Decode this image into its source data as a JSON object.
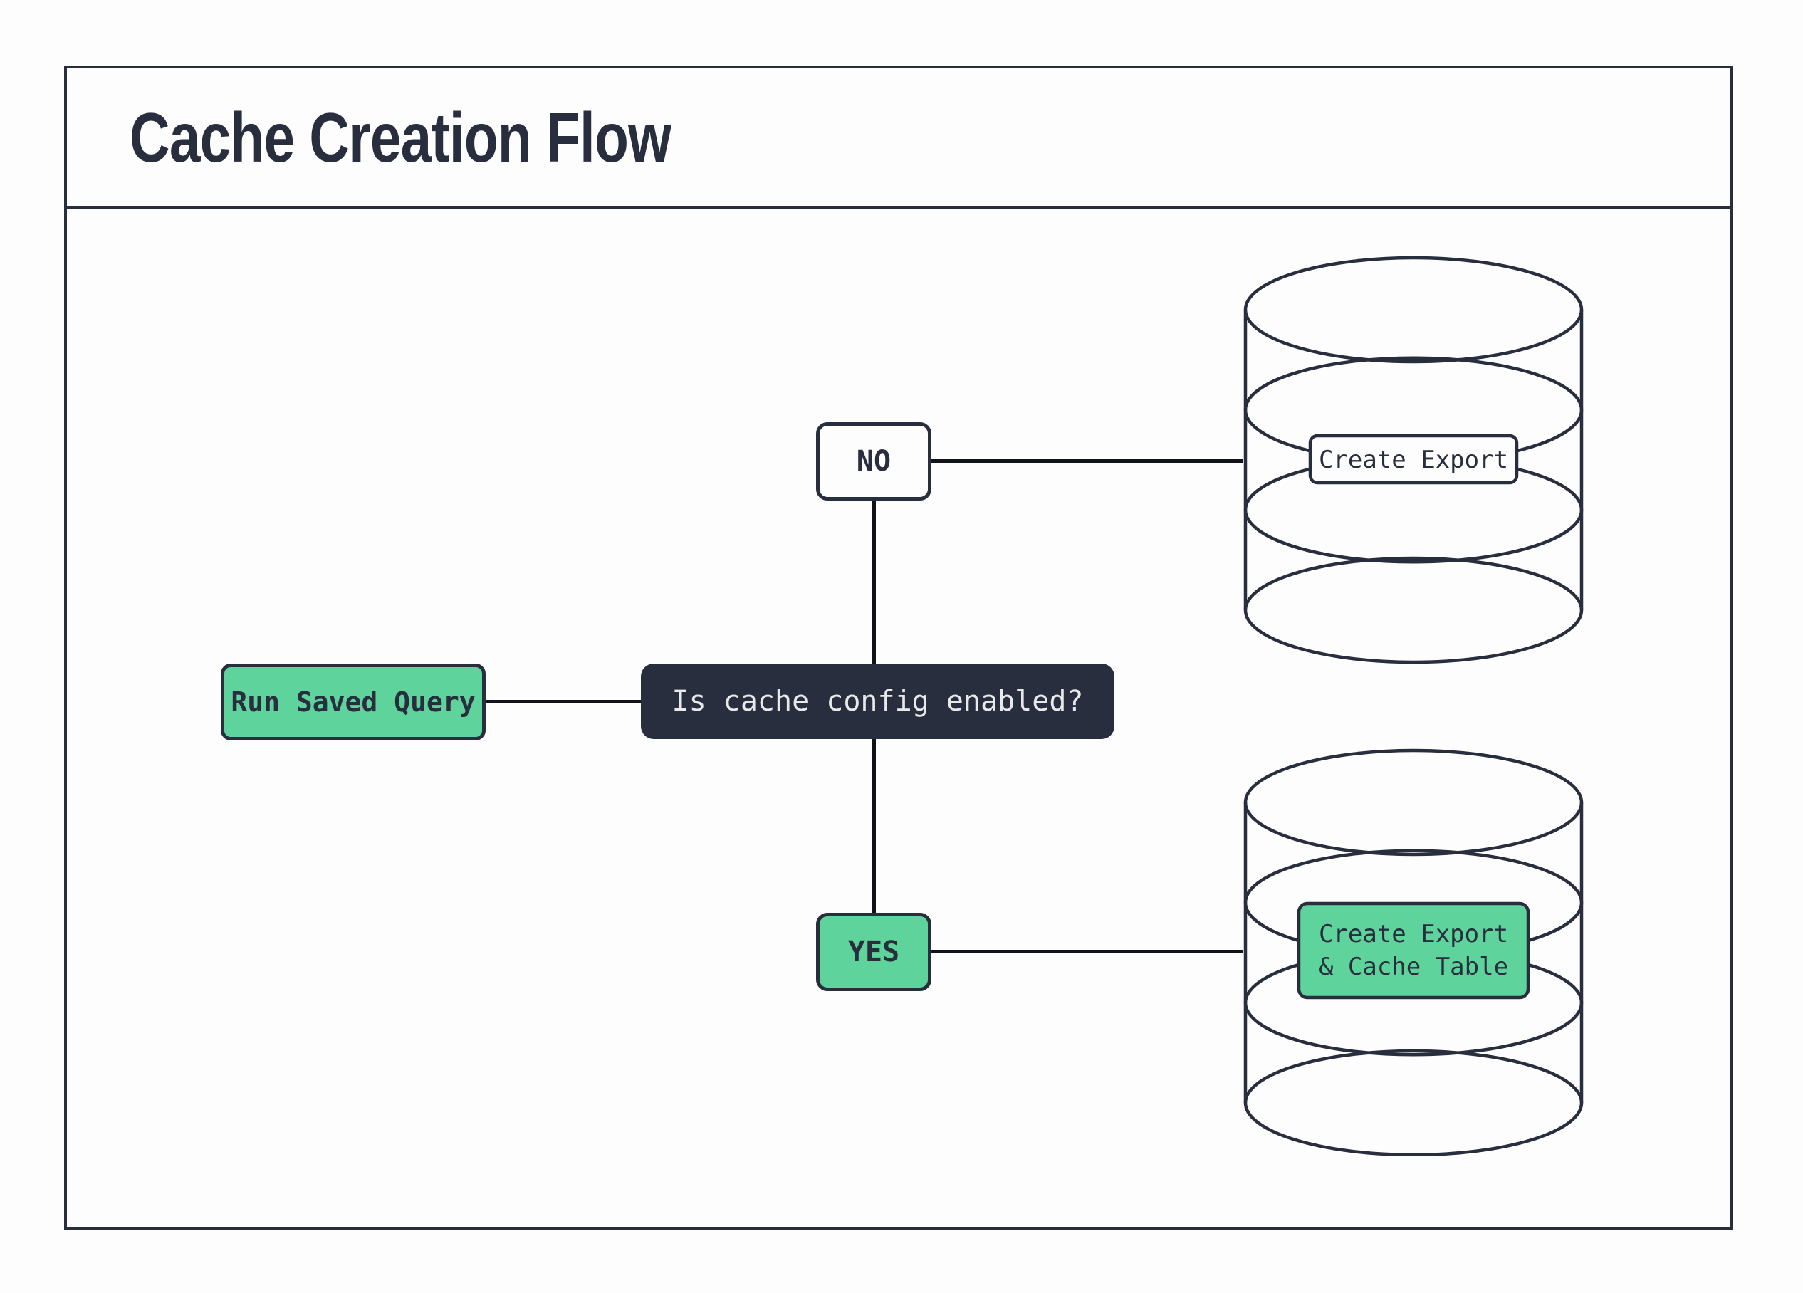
{
  "page": {
    "title": "Cache Creation Flow"
  },
  "flow": {
    "start_label": "Run Saved Query",
    "decision_label": "Is cache config enabled?",
    "no_label": "NO",
    "yes_label": "YES",
    "no_result_label": "Create Export",
    "yes_result_lines": [
      "Create Export",
      "& Cache Table"
    ]
  },
  "colors": {
    "navy": "#282e3e",
    "green": "#5ed39b",
    "connector_line": "#12131a",
    "light_text": "#e8e9eb",
    "background": "#fdfdfd"
  }
}
